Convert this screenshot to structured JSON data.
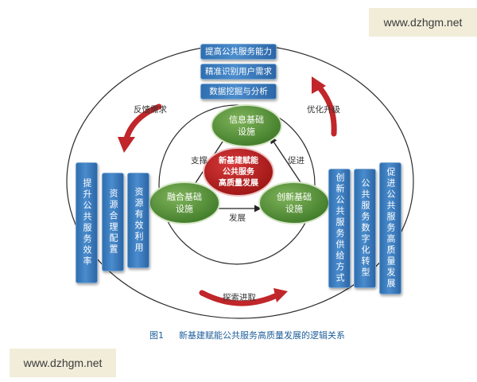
{
  "watermark": {
    "top": "www.dzhgm.net",
    "bottom": "www.dzhgm.net"
  },
  "top_boxes": [
    "提高公共服务能力",
    "精准识别用户需求",
    "数据挖掘与分析"
  ],
  "left_columns": [
    "提升公共服务效率",
    "资源合理配置",
    "资源有效利用"
  ],
  "right_columns": [
    "创新公共服务供给方式",
    "公共服务数字化转型",
    "促进公共服务高质量发展"
  ],
  "nodes": {
    "top": [
      "信息基础",
      "设施"
    ],
    "left": [
      "融合基础",
      "设施"
    ],
    "right": [
      "创新基础",
      "设施"
    ],
    "center": [
      "新基建赋能",
      "公共服务",
      "高质量发展"
    ]
  },
  "inner_labels": {
    "support": "支撑",
    "promote": "促进",
    "develop": "发展"
  },
  "outer_labels": {
    "feedback": "反馈需求",
    "optimize": "优化升级",
    "explore": "探索进取"
  },
  "caption": {
    "fig": "图1",
    "text": "新基建赋能公共服务高质量发展的逻辑关系"
  },
  "colors": {
    "node_green": "#4d8a34",
    "center_red": "#b51e1e",
    "box_blue": "#3b7dbf",
    "arrow_red": "#c0262a"
  }
}
